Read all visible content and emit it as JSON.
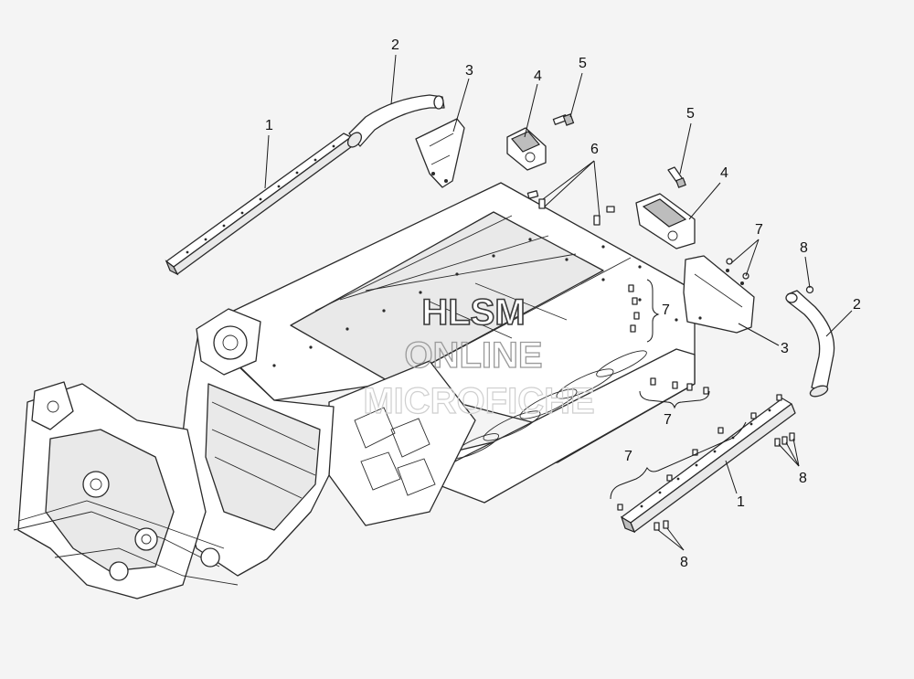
{
  "watermark": {
    "line1": "HLSM",
    "line2": "ONLINE",
    "line3": "MICROFICHE"
  },
  "callouts": [
    {
      "id": "c1-left",
      "label": "1"
    },
    {
      "id": "c2-left",
      "label": "2"
    },
    {
      "id": "c3-left",
      "label": "3"
    },
    {
      "id": "c4-left",
      "label": "4"
    },
    {
      "id": "c5-left",
      "label": "5"
    },
    {
      "id": "c6",
      "label": "6"
    },
    {
      "id": "c5-right",
      "label": "5"
    },
    {
      "id": "c4-right",
      "label": "4"
    },
    {
      "id": "c7-right-top",
      "label": "7"
    },
    {
      "id": "c8-right-top",
      "label": "8"
    },
    {
      "id": "c2-right",
      "label": "2"
    },
    {
      "id": "c7-mid",
      "label": "7"
    },
    {
      "id": "c3-right",
      "label": "3"
    },
    {
      "id": "c7-center",
      "label": "7"
    },
    {
      "id": "c7-lower",
      "label": "7"
    },
    {
      "id": "c1-right",
      "label": "1"
    },
    {
      "id": "c8-lower-right",
      "label": "8"
    },
    {
      "id": "c8-bottom",
      "label": "8"
    }
  ]
}
